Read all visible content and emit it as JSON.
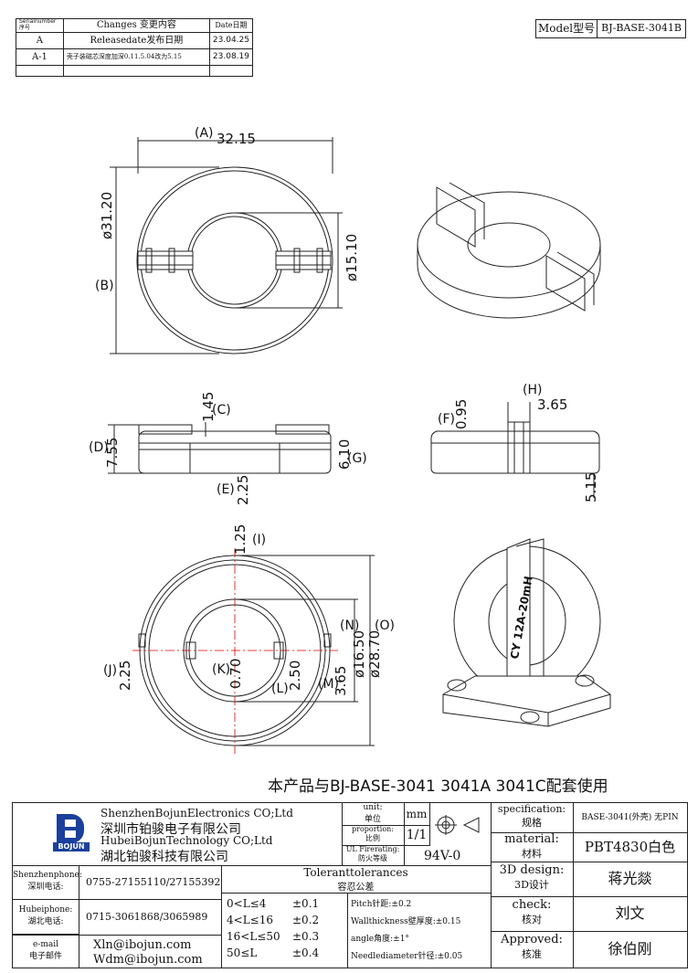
{
  "revision_table": {
    "headers": {
      "serial": "Serialnumber序号",
      "changes": "Changes 变更内容",
      "date": "Date日期"
    },
    "rows": [
      {
        "serial": "A",
        "changes": "Releasedate发布日期",
        "date": "23.04.25"
      },
      {
        "serial": "A-1",
        "changes": "壳子装磁芯深度加深0.11.5.04改为5.15",
        "date": "23.08.19"
      }
    ]
  },
  "model": {
    "label": "Model型号",
    "value": "BJ-BASE-3041B"
  },
  "dims": {
    "A": "(A)",
    "A_val": "32.15",
    "B": "(B)",
    "B_val": "ø31.20",
    "id_val": "ø15.10",
    "C": "(C)",
    "C_val": "1.45",
    "D": "(D)",
    "D_val": "7.55",
    "E": "(E)",
    "E_val": "2.25",
    "G": "(G)",
    "G_val": "6.10",
    "F": "(F)",
    "F_val": "0.95",
    "H": "(H)",
    "H_val": "3.65",
    "side_val": "5.15",
    "I": "(I)",
    "I_val": "1.25",
    "N": "(N)",
    "N_val": "ø16.50",
    "O": "(O)",
    "O_val": "ø28.70",
    "J": "(J)",
    "J_val": "2.25",
    "K": "(K)",
    "K_val": "0.70",
    "L": "(L)",
    "L_val": "2.50",
    "M": "(M)",
    "M_val": "3.65"
  },
  "iso_label": "CY 12A-20mH",
  "note": "本产品与BJ-BASE-3041 3041A 3041C配套使用",
  "company": {
    "logo_text": "BOJUN",
    "line1": "ShenzhenBojunElectronics CO;Ltd",
    "line2": "深圳市铂骏电子有限公司",
    "line3": "HubeiBojunTechnology CO;Ltd",
    "line4": "湖北铂骏科技有限公司"
  },
  "contacts": {
    "shenzhen_label": "Shenzhenphone:",
    "shenzhen_label_cn": "深圳电话:",
    "shenzhen_value": "0755-27155110/27155392",
    "hubei_label": "Hubeiphone:",
    "hubei_label_cn": "湖北电话:",
    "hubei_value": "0715-3061868/3065989",
    "email_label": "e-mail",
    "email_label_cn": "电子邮件",
    "email1": "Xln@ibojun.com",
    "email2": "Wdm@ibojun.com"
  },
  "unit": {
    "label": "unit:",
    "label_cn": "单位",
    "value": "mm"
  },
  "proportion": {
    "label": "proportion:",
    "label_cn": "比例",
    "value": "1/1"
  },
  "ul": {
    "label": "UL Firerating:",
    "label_cn": "防火等级",
    "value": "94V-0"
  },
  "tolerances": {
    "title": "Toleranttolerances",
    "title_cn": "容忍公差",
    "rows": [
      {
        "range": "0<L≤4",
        "tol": "±0.1"
      },
      {
        "range": "4<L≤16",
        "tol": "±0.2"
      },
      {
        "range": "16<L≤50",
        "tol": "±0.3"
      },
      {
        "range": "50≤L",
        "tol": "±0.4"
      }
    ],
    "pitch": "Pitch针距:±0.2",
    "wall": "Wallthickness壁厚度:±0.15",
    "angle": "angle角度:±1°",
    "needle": "Needlediameter针径:±0.05"
  },
  "spec": {
    "label": "specification:",
    "label_cn": "规格",
    "value": "BASE-3041(外壳) 无PIN"
  },
  "material": {
    "label": "material:",
    "label_cn": "材料",
    "value": "PBT4830白色"
  },
  "design": {
    "label": "3D design:",
    "label_cn": "3D设计",
    "value": "蒋光燚"
  },
  "check": {
    "label": "check:",
    "label_cn": "核对",
    "value": "刘文"
  },
  "approved": {
    "label": "Approved:",
    "label_cn": "核准",
    "value": "徐伯刚"
  }
}
